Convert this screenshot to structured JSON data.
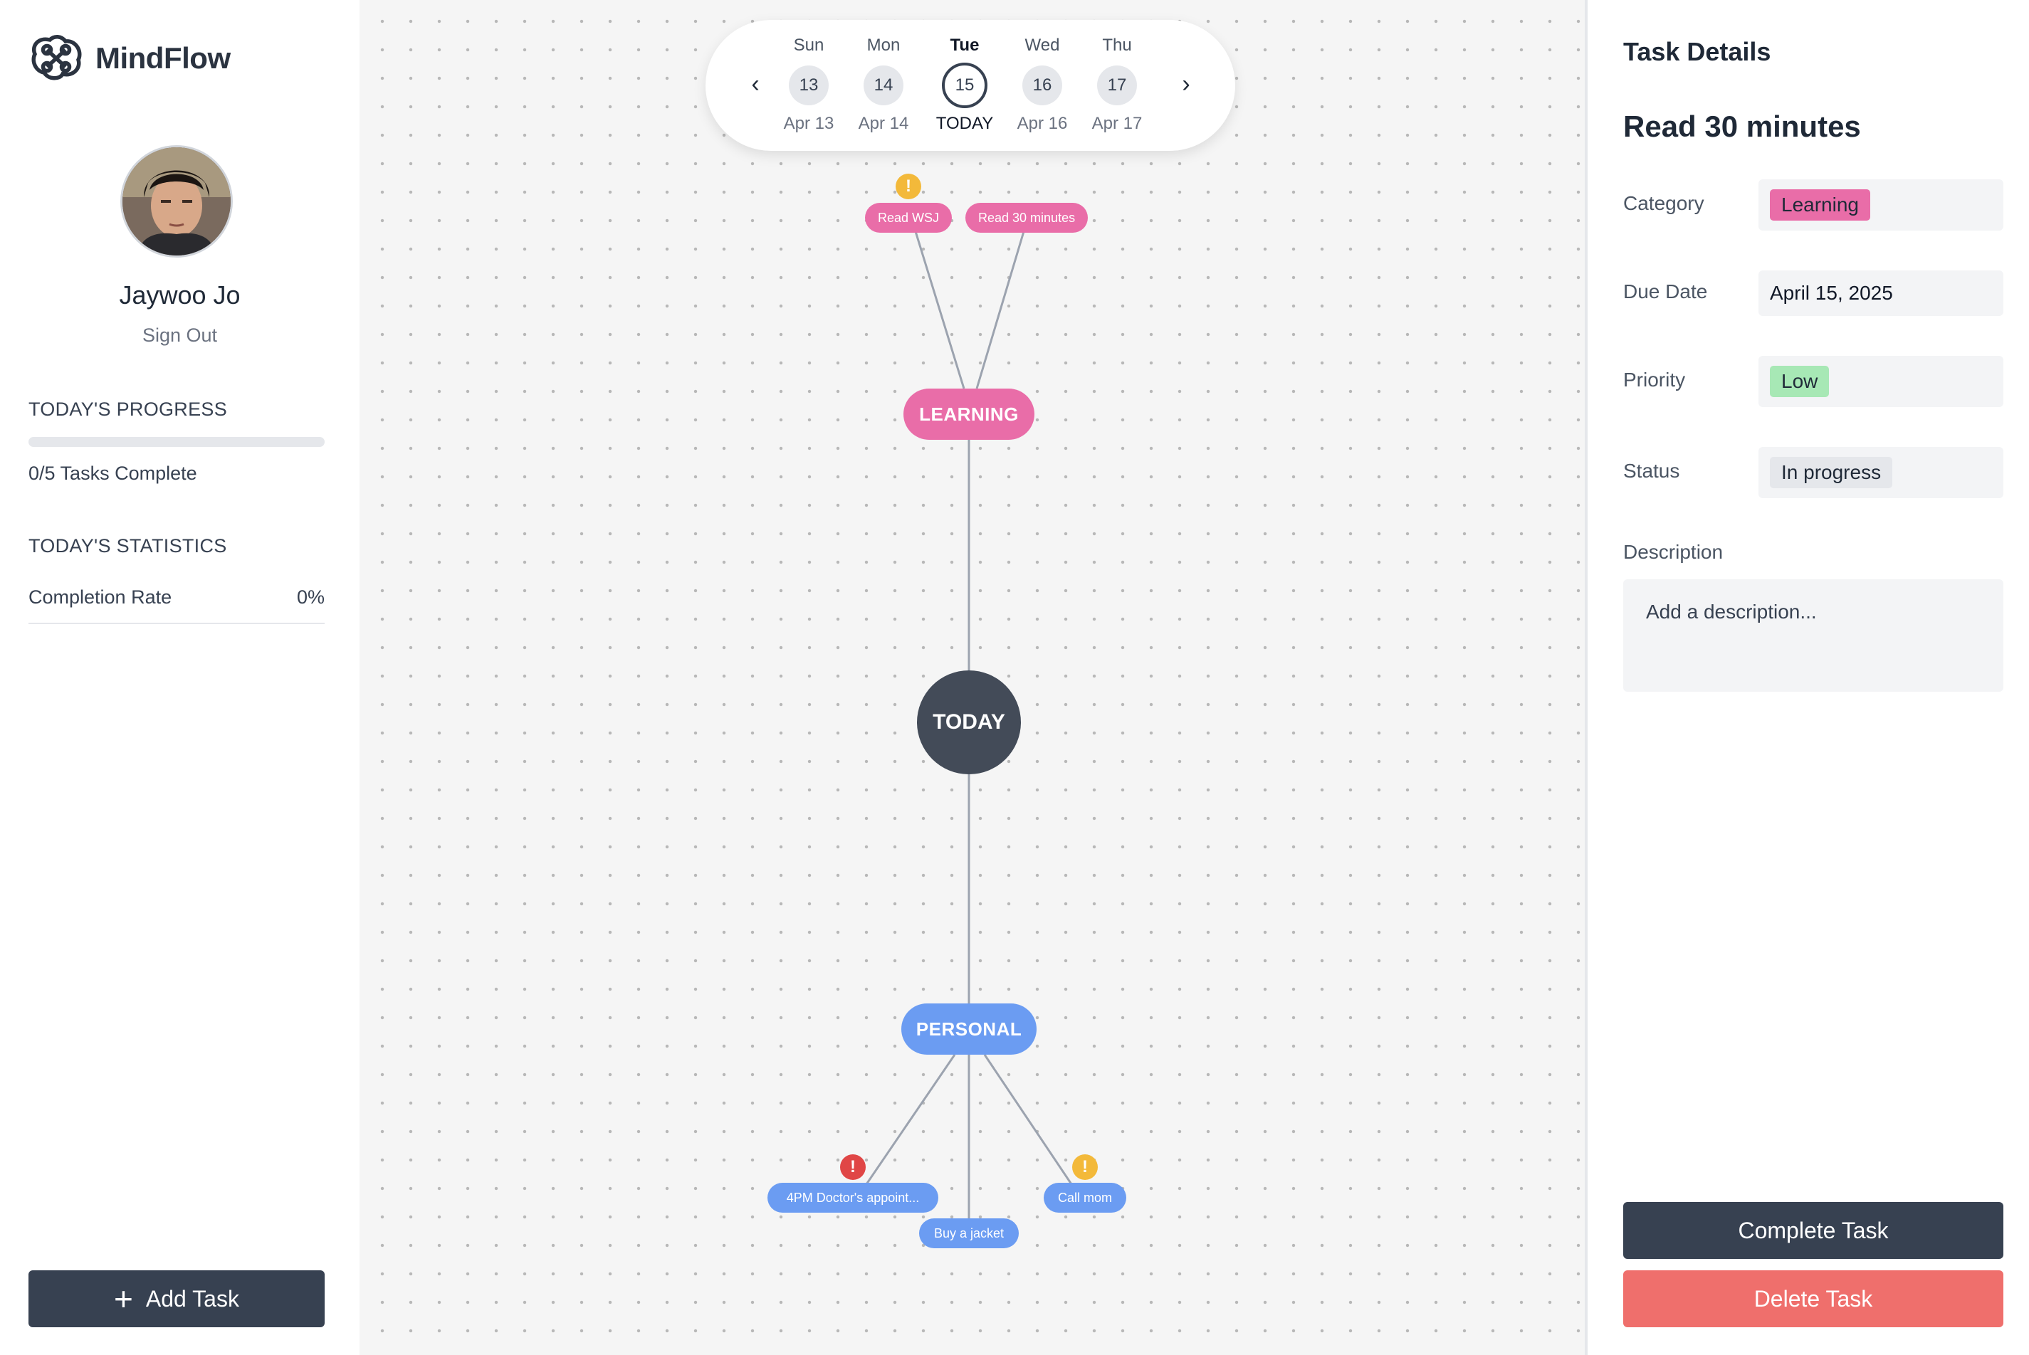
{
  "app": {
    "name": "MindFlow"
  },
  "user": {
    "name": "Jaywoo Jo",
    "sign_out": "Sign Out"
  },
  "progress": {
    "heading": "TODAY'S PROGRESS",
    "completed": 0,
    "total": 5,
    "fraction": 0,
    "label": "0/5 Tasks Complete"
  },
  "statistics": {
    "heading": "TODAY'S STATISTICS",
    "completion_rate_label": "Completion Rate",
    "completion_rate_value": "0%"
  },
  "add_task_label": "Add Task",
  "date_nav": {
    "days": [
      {
        "dow": "Sun",
        "num": "13",
        "sub": "Apr 13",
        "active": false
      },
      {
        "dow": "Mon",
        "num": "14",
        "sub": "Apr 14",
        "active": false
      },
      {
        "dow": "Tue",
        "num": "15",
        "sub": "TODAY",
        "active": true
      },
      {
        "dow": "Wed",
        "num": "16",
        "sub": "Apr 16",
        "active": false
      },
      {
        "dow": "Thu",
        "num": "17",
        "sub": "Apr 17",
        "active": false
      }
    ]
  },
  "mindmap": {
    "center": "TODAY",
    "categories": {
      "learning": {
        "label": "LEARNING",
        "tasks": [
          {
            "label": "Read WSJ",
            "alert": "warning"
          },
          {
            "label": "Read 30 minutes",
            "alert": ""
          }
        ]
      },
      "personal": {
        "label": "PERSONAL",
        "tasks": [
          {
            "label": "4PM Doctor's appoint...",
            "alert": "urgent"
          },
          {
            "label": "Buy a jacket",
            "alert": ""
          },
          {
            "label": "Call mom",
            "alert": "warning"
          }
        ]
      }
    },
    "alert_glyph": "!"
  },
  "details": {
    "panel_title": "Task Details",
    "task_title": "Read 30 minutes",
    "category_label": "Category",
    "category_value": "Learning",
    "due_label": "Due Date",
    "due_value": "April 15, 2025",
    "priority_label": "Priority",
    "priority_value": "Low",
    "status_label": "Status",
    "status_value": "In progress",
    "description_label": "Description",
    "description_placeholder": "Add a description...",
    "complete_label": "Complete Task",
    "delete_label": "Delete Task"
  },
  "colors": {
    "learning": "#e96da8",
    "personal": "#6b9cf2",
    "center": "#434b58",
    "warning": "#f3b93a",
    "urgent": "#e04646",
    "primary_button": "#374151",
    "danger_button": "#ef6f6c",
    "priority_low": "#a7e8b5"
  },
  "icons": {
    "logo": "mindflow-logo-icon",
    "prev": "chevron-left-icon",
    "next": "chevron-right-icon",
    "add": "plus-icon",
    "alert": "exclamation-icon"
  }
}
